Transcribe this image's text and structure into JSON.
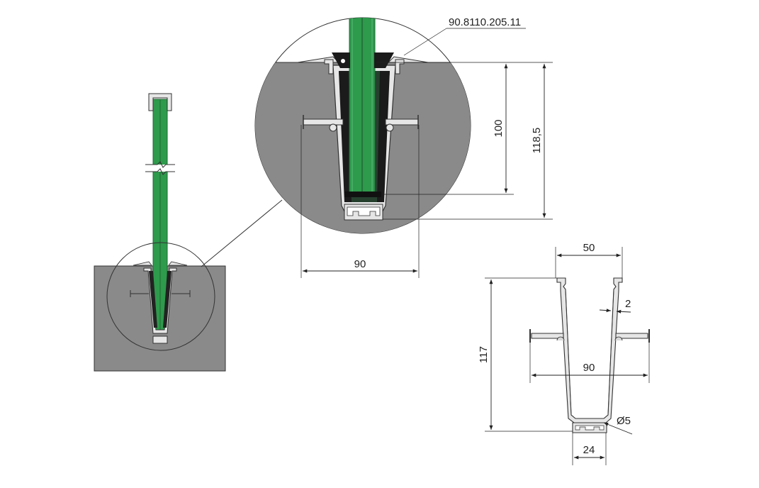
{
  "colors": {
    "concrete": "#8a8a8a",
    "glass": "#2e9a4c",
    "glass_dark": "#1f6b34",
    "profile": "#e6e6e6",
    "gasket": "#222222",
    "line": "#222222"
  },
  "labels": {
    "part_number": "90.8110.205.11",
    "detail_depth_glass": "100",
    "detail_depth_total": "118,5",
    "detail_width": "90",
    "profile_top_width": "50",
    "profile_wall": "2",
    "profile_height": "117",
    "profile_flange_width": "90",
    "profile_diameter": "Ø5",
    "profile_bottom_width": "24"
  }
}
